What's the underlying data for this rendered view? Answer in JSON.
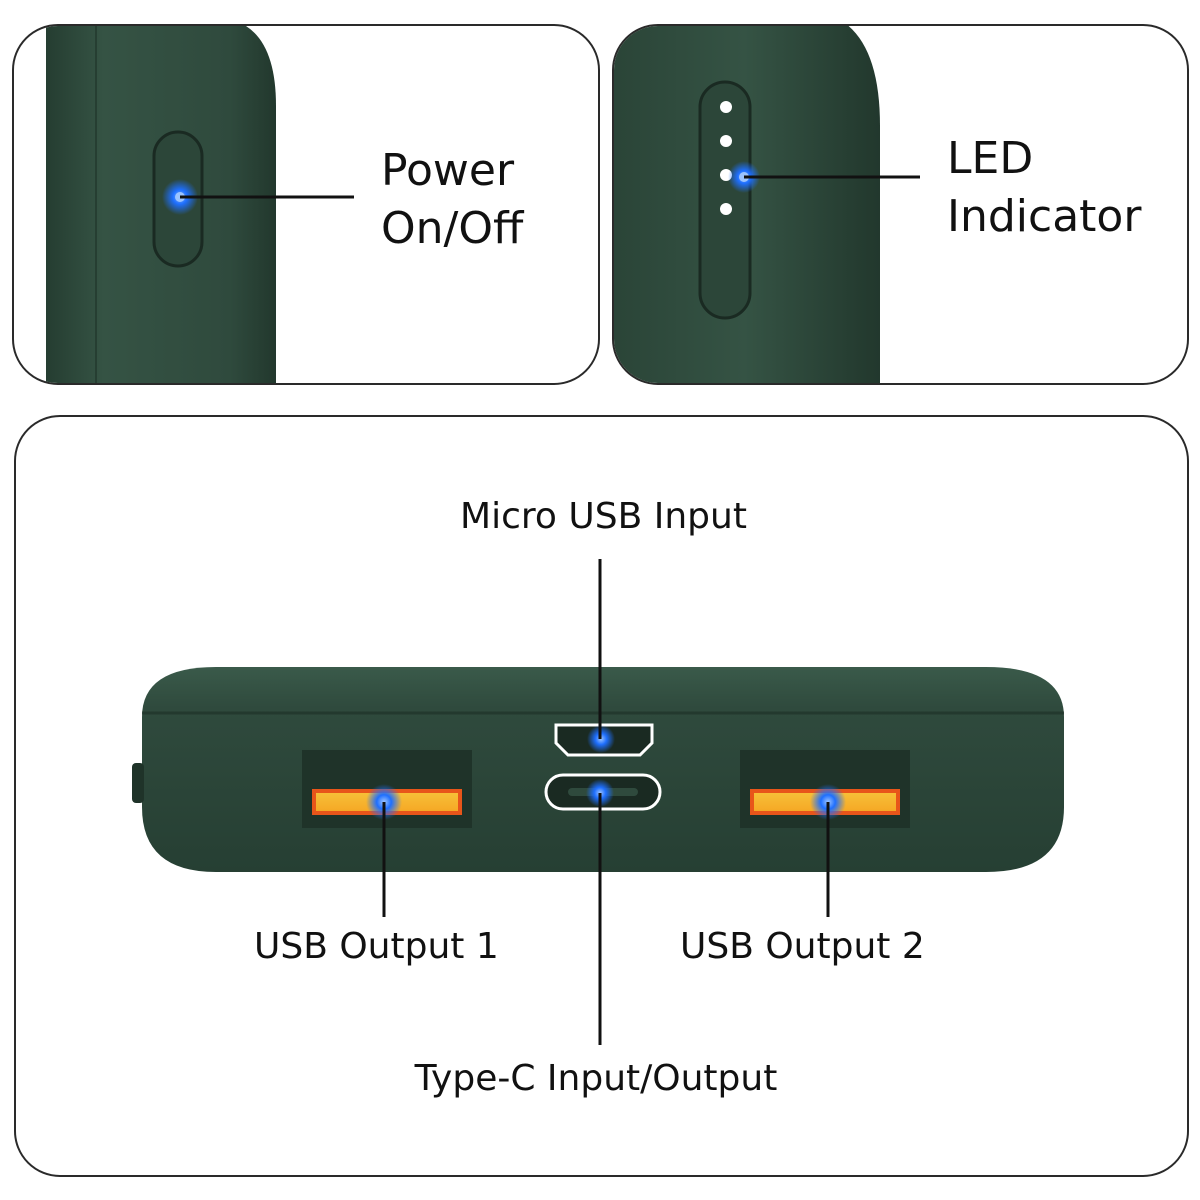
{
  "panels": {
    "power": {
      "label_line1": "Power",
      "label_line2": "On/Off"
    },
    "led": {
      "label_line1": "LED",
      "label_line2": "Indicator"
    },
    "ports": {
      "micro_usb_label": "Micro USB Input",
      "usb_output_1_label": "USB Output 1",
      "usb_output_2_label": "USB Output 2",
      "type_c_label": "Type-C Input/Output"
    }
  },
  "colors": {
    "device_body": "#2f4a3d",
    "device_shadow": "#1f3329",
    "usb_port_fill": "#f5a623",
    "usb_port_border": "#e8551a",
    "highlight_blue": "#1e6fff",
    "outline": "#2a2a2a"
  },
  "icons": [
    "glow-dot-icon",
    "led-dot-icon"
  ]
}
